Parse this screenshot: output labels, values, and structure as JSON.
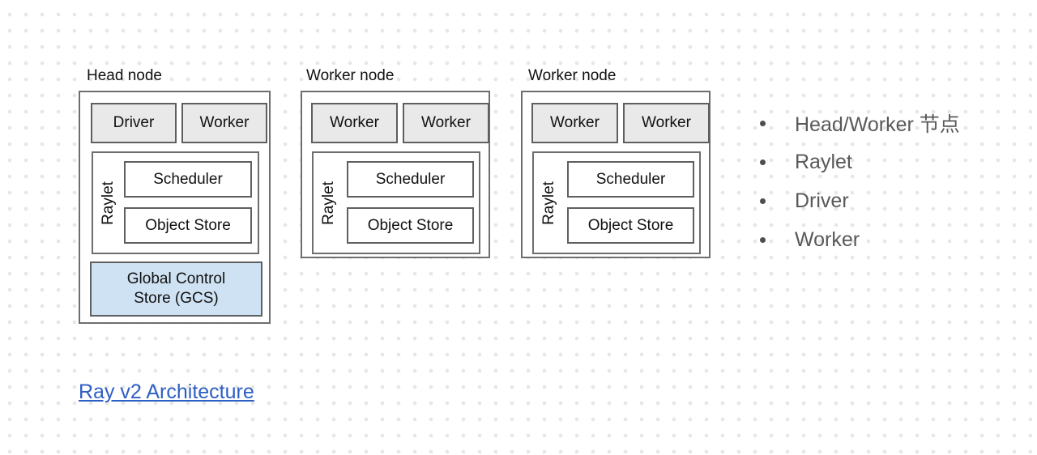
{
  "diagram": {
    "nodes": [
      {
        "label": "Head node",
        "top_boxes": [
          "Driver",
          "Worker"
        ],
        "raylet": {
          "label": "Raylet",
          "boxes": [
            "Scheduler",
            "Object Store"
          ]
        },
        "gcs_lines": [
          "Global Control",
          "Store (GCS)"
        ]
      },
      {
        "label": "Worker node",
        "top_boxes": [
          "Worker",
          "Worker"
        ],
        "raylet": {
          "label": "Raylet",
          "boxes": [
            "Scheduler",
            "Object Store"
          ]
        }
      },
      {
        "label": "Worker node",
        "top_boxes": [
          "Worker",
          "Worker"
        ],
        "raylet": {
          "label": "Raylet",
          "boxes": [
            "Scheduler",
            "Object Store"
          ]
        }
      }
    ],
    "colors": {
      "process_box_fill": "#e9e9e9",
      "gcs_fill": "#cfe2f3",
      "box_border": "#6e6e6e",
      "bullet_text": "#58595b",
      "link_blue": "#2e5fc4",
      "grid_dot": "#e7e7e7"
    }
  },
  "bullets": {
    "items": [
      "Head/Worker 节点",
      "Raylet",
      "Driver",
      "Worker"
    ]
  },
  "footer": {
    "link_label": "Ray v2 Architecture"
  }
}
